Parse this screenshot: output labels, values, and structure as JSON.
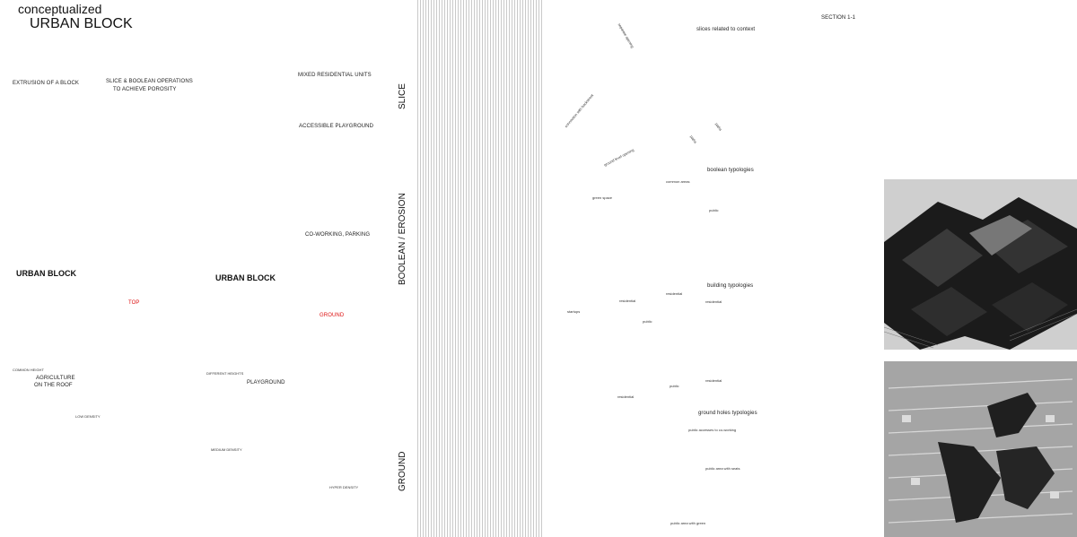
{
  "header": {
    "line1": "conceptualized",
    "line2": "URBAN BLOCK"
  },
  "steps": {
    "extrusion": "EXTRUSION OF A BLOCK",
    "slice_line1": "SLICE & BOOLEAN OPERATIONS",
    "slice_line2": "TO ACHIEVE POROSITY",
    "mixed": "MIXED RESIDENTIAL UNITS",
    "playground": "ACCESSIBLE PLAYGROUND",
    "coworking": "CO-WORKING, PARKING"
  },
  "blocks": {
    "urban_block_a": "URBAN BLOCK",
    "urban_block_b": "URBAN BLOCK",
    "top": "TOP",
    "ground": "GROUND",
    "agri_line1": "AGRICULTURE",
    "agri_line2": "ON THE ROOF",
    "playground_label": "PLAYGROUND",
    "legend_a": "COMMON HEIGHT",
    "legend_b": "DIFFERENT HEIGHTS"
  },
  "density": {
    "low": "LOW DENSITY",
    "medium": "MEDIUM DENSITY",
    "hyper": "HYPER DENSITY"
  },
  "vertical": {
    "slice": "SLICE",
    "boolean": "BOOLEAN / EROSION",
    "ground": "GROUND"
  },
  "context": {
    "title": "slices related to context",
    "separate": "separate opening",
    "connection": "connection with backstreet",
    "ground_level": "ground level opening",
    "paths1": "paths",
    "paths2": "paths"
  },
  "boolean_types": {
    "title": "boolean typologies",
    "green": "green space",
    "common": "common areas",
    "public": "public"
  },
  "building_types": {
    "title": "building typologies",
    "startups": "startups",
    "res1": "residential",
    "res2": "residential",
    "res3": "residential",
    "res4": "residential",
    "res5": "residential",
    "public1": "public",
    "public2": "public"
  },
  "holes": {
    "title": "ground holes typologies",
    "h1": "public accesses to co-working",
    "h2": "public area with seats",
    "h3": "public area with green"
  },
  "section": {
    "title": "SECTION 1-1"
  },
  "colors": {
    "accent": "#d11a1a",
    "ink": "#111111",
    "grey": "#8a8a8a"
  }
}
